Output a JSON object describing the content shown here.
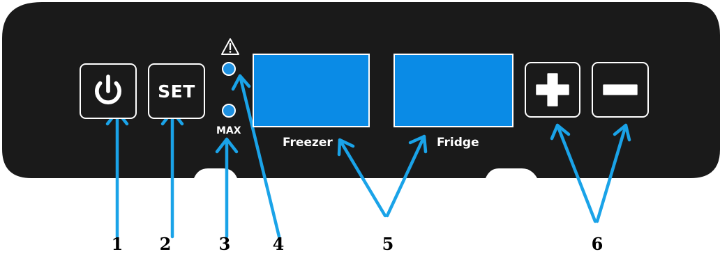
{
  "panel": {
    "set_label": "SET",
    "max_label": "MAX",
    "freezer_label": "Freezer",
    "fridge_label": "Fridge",
    "colors": {
      "panel": "#1a1a1a",
      "display": "#0a8be6",
      "led": "#1e90e0",
      "arrow": "#1aa3e8",
      "outline": "#ffffff"
    },
    "icons": [
      "power-icon",
      "warning-icon",
      "plus-icon",
      "minus-icon"
    ]
  },
  "callouts": {
    "c1": "1",
    "c2": "2",
    "c3": "3",
    "c4": "4",
    "c5": "5",
    "c6": "6"
  }
}
